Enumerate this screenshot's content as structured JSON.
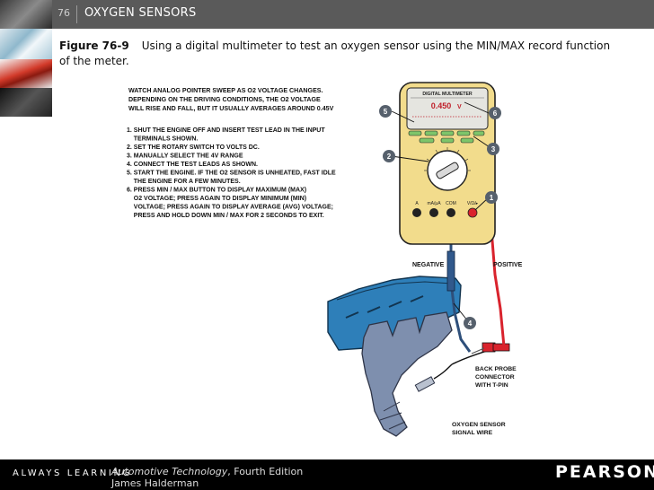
{
  "header": {
    "page_number": "76",
    "chapter_title": "OXYGEN SENSORS"
  },
  "caption": {
    "figure_label": "Figure 76-9",
    "text": "Using a digital multimeter to test an oxygen sensor using the MIN/MAX record function of the meter."
  },
  "figure": {
    "intro_lines": [
      "WATCH ANALOG POINTER SWEEP AS O2 VOLTAGE CHANGES.",
      "DEPENDING ON THE DRIVING CONDITIONS, THE O2 VOLTAGE",
      "WILL RISE AND FALL, BUT IT USUALLY AVERAGES AROUND 0.45V"
    ],
    "steps_lines": [
      "1. SHUT THE ENGINE OFF AND INSERT TEST LEAD IN THE INPUT",
      "    TERMINALS SHOWN.",
      "2. SET THE ROTARY SWITCH TO VOLTS DC.",
      "3. MANUALLY SELECT THE 4V RANGE",
      "4. CONNECT THE TEST LEADS AS SHOWN.",
      "5. START THE ENGINE. IF THE O2 SENSOR IS UNHEATED, FAST IDLE",
      "    THE ENGINE FOR A FEW MINUTES.",
      "6. PRESS MIN / MAX BUTTON TO DISPLAY MAXIMUM (MAX)",
      "    O2 VOLTAGE; PRESS AGAIN TO DISPLAY MINIMUM (MIN)",
      "    VOLTAGE; PRESS AGAIN TO DISPLAY AVERAGE (AVG) VOLTAGE;",
      "    PRESS AND HOLD DOWN MIN / MAX FOR 2 SECONDS TO EXIT."
    ],
    "meter": {
      "title": "DIGITAL MULTIMETER",
      "reading": "0.450",
      "unit": "V",
      "jack_labels": [
        "A",
        "mA/μA",
        "COM",
        "V/Ω/▸"
      ]
    },
    "callouts": [
      "1",
      "2",
      "3",
      "4",
      "5",
      "6"
    ],
    "labels": {
      "negative": "NEGATIVE",
      "positive": "POSITIVE",
      "back_probe": [
        "BACK PROBE",
        "CONNECTOR",
        "WITH T-PIN"
      ],
      "o2_sensor": [
        "OXYGEN SENSOR",
        "SIGNAL WIRE"
      ]
    },
    "colors": {
      "meter_body": "#f2dc8c",
      "callout": "#56606c",
      "engine": "#2e7fb9",
      "exhaust": "#7e8fae",
      "lead_positive": "#d9232d"
    }
  },
  "footer": {
    "left_brand": "ALWAYS LEARNING",
    "book_title": "Automotive Technology",
    "book_edition": ", Fourth Edition",
    "author": "James Halderman",
    "publisher": "PEARSON"
  }
}
